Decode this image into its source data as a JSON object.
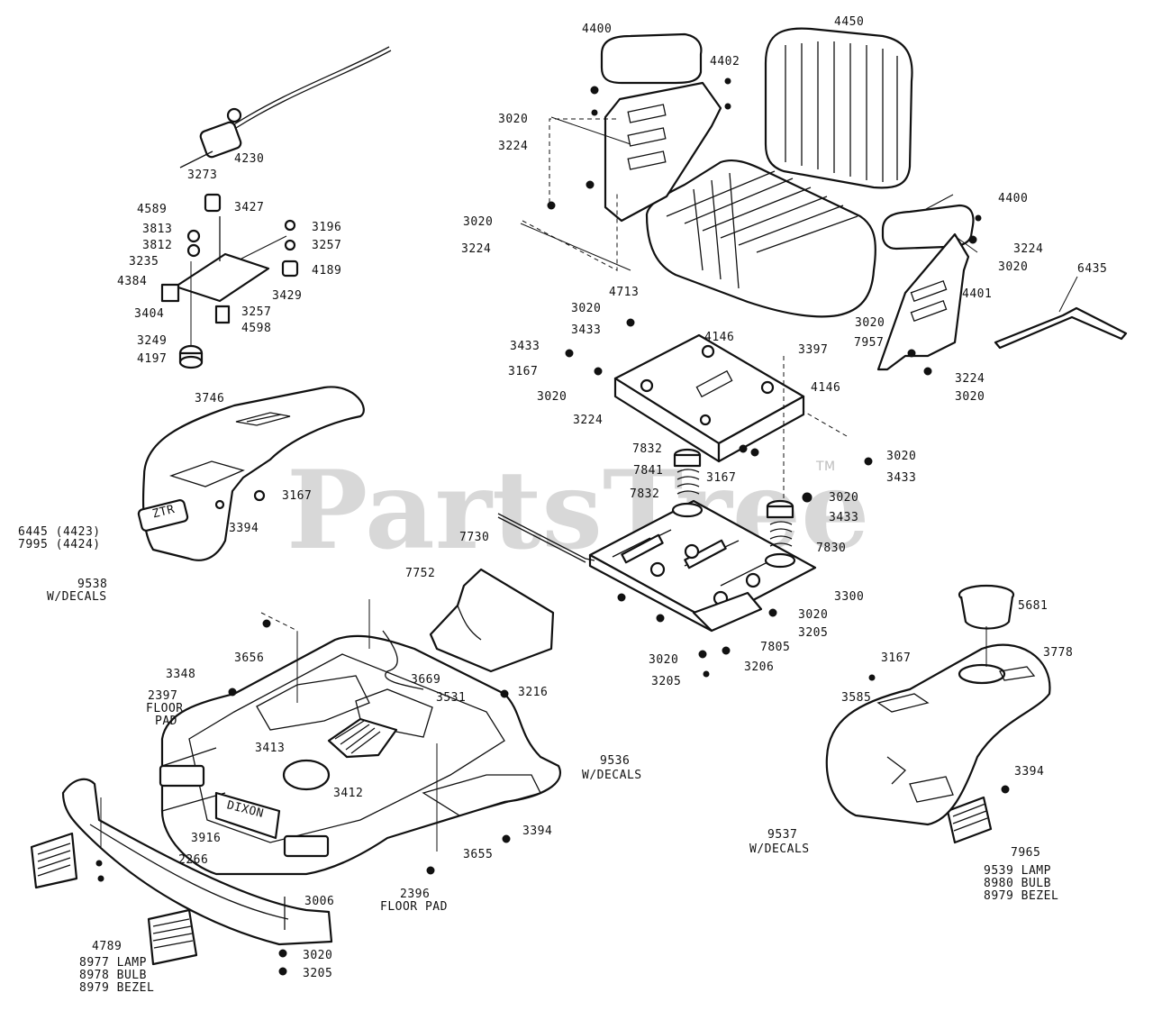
{
  "watermark": {
    "text": "PartsTree",
    "tm": "TM"
  },
  "decals": {
    "ztr": "ZTR",
    "dixon": "DIXON"
  },
  "labels": [
    "4400",
    "4450",
    "4402",
    "3020",
    "3224",
    "4230",
    "3273",
    "4589",
    "3427",
    "3196",
    "3813",
    "3812",
    "3257",
    "3235",
    "4189",
    "4384",
    "3429",
    "3404",
    "3257",
    "4598",
    "3249",
    "4197",
    "3020",
    "3224",
    "4713",
    "4400",
    "3224",
    "3020",
    "6435",
    "4401",
    "3020",
    "3433",
    "4146",
    "3020",
    "3397",
    "3433",
    "7957",
    "3167",
    "4146",
    "3020",
    "3224",
    "3020",
    "3224",
    "3746",
    "3020",
    "7832",
    "3433",
    "7841",
    "3167",
    "7832",
    "3167",
    "3020",
    "3394",
    "3433",
    "6445 (4423)",
    "7995 (4424)",
    "7730",
    "7830",
    "9538",
    "W/DECALS",
    "7752",
    "3300",
    "3020",
    "5681",
    "3205",
    "7805",
    "3020",
    "3206",
    "3205",
    "3167",
    "3778",
    "3656",
    "3348",
    "3669",
    "3216",
    "2397",
    "FLOOR",
    "PAD",
    "3531",
    "3585",
    "3413",
    "3394",
    "9536",
    "W/DECALS",
    "3412",
    "9537",
    "W/DECALS",
    "3916",
    "3655",
    "3394",
    "7965",
    "2266",
    "9539 LAMP",
    "8980 BULB",
    "8979 BEZEL",
    "2396",
    "FLOOR PAD",
    "3006",
    "4789",
    "3020",
    "8977 LAMP",
    "8978 BULB",
    "3205",
    "8979 BEZEL"
  ]
}
